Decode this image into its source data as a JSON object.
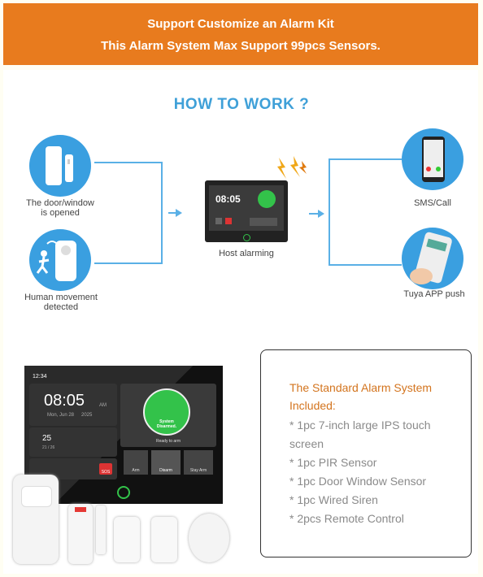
{
  "banner": {
    "line1": "Support Customize an Alarm Kit",
    "line2": "This Alarm System Max Support 99pcs Sensors."
  },
  "how_title": "HOW TO WORK ?",
  "flow": {
    "door_label_1": "The door/window",
    "door_label_2": "is opened",
    "human_label_1": "Human movement",
    "human_label_2": "detected",
    "host_label": "Host alarming",
    "sms_label": "SMS/Call",
    "tuya_label": "Tuya APP push",
    "host_time": "08:05"
  },
  "device": {
    "status_time": "12:34",
    "clock": "08:05",
    "am": "AM",
    "date": "Mon, Jun 28",
    "year": "2025",
    "temp": "25",
    "temp_unit": "°",
    "temp_range": "21 / 26",
    "status_1": "System",
    "status_2": "Disarmed.",
    "ready": "Ready to arm",
    "arm": "Arm",
    "disarm": "Disarm",
    "stay_arm": "Stay Arm",
    "sos": "SOS"
  },
  "kit": {
    "title_1": "The Standard Alarm System",
    "title_2": "Included:",
    "items": [
      "* 1pc 7-inch large IPS touch screen",
      "* 1pc PIR Sensor",
      "* 1pc Door Window Sensor",
      "* 1pc Wired Siren",
      "* 2pcs Remote Control"
    ]
  },
  "colors": {
    "banner": "#e87b1e",
    "accent": "#3fa0d8",
    "kit_title": "#d3741e",
    "green": "#33c24a"
  }
}
